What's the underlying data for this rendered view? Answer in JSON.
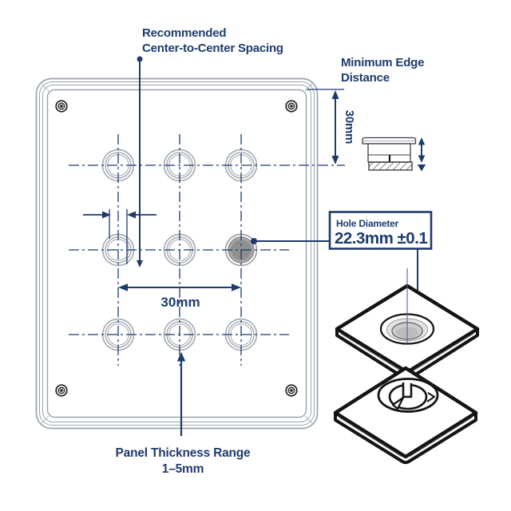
{
  "labels": {
    "center_spacing_line1": "Recommended",
    "center_spacing_line2": "Center-to-Center Spacing",
    "edge_distance_line1": "Minimum Edge",
    "edge_distance_line2": "Distance",
    "edge_distance_value": "30mm",
    "hole_diameter_label": "Hole Diameter",
    "hole_diameter_value": "22.3mm ±0.1",
    "center_spacing_value": "30mm",
    "panel_thickness_line1": "Panel Thickness Range",
    "panel_thickness_line2": "1–5mm"
  },
  "colors": {
    "annotation_navy": "#1d3b6d",
    "panel_outline_gray": "#9ba3ad",
    "highlighted_hole_fill": "#8f8f8f",
    "drawing_dark": "#141414",
    "background": "#ffffff"
  }
}
